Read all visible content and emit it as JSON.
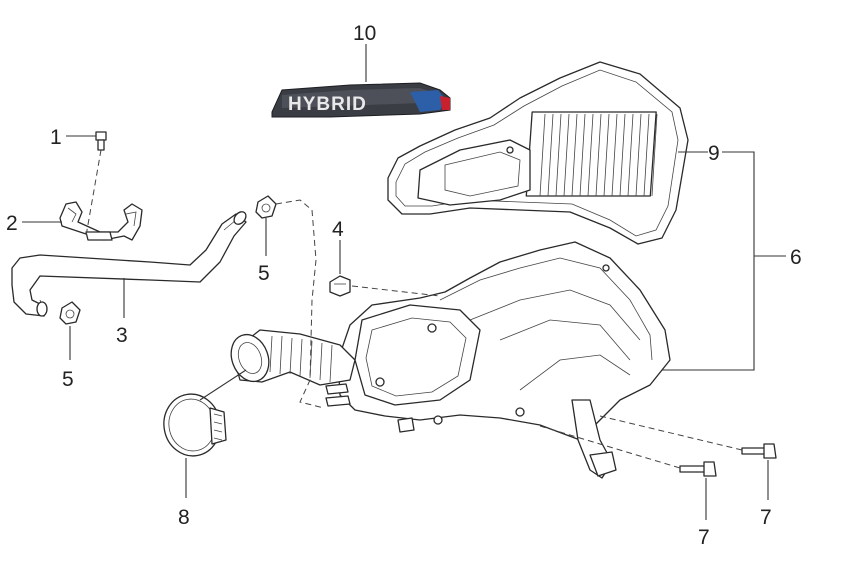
{
  "callouts": {
    "c1": "1",
    "c2": "2",
    "c3": "3",
    "c4": "4",
    "c5a": "5",
    "c5b": "5",
    "c6": "6",
    "c7a": "7",
    "c7b": "7",
    "c8": "8",
    "c9": "9",
    "c10": "10"
  },
  "badge": {
    "text": "HYBRID",
    "colors": {
      "body": "#3a3d44",
      "accent_blue": "#2d5fa8",
      "accent_red": "#c8202c"
    }
  }
}
